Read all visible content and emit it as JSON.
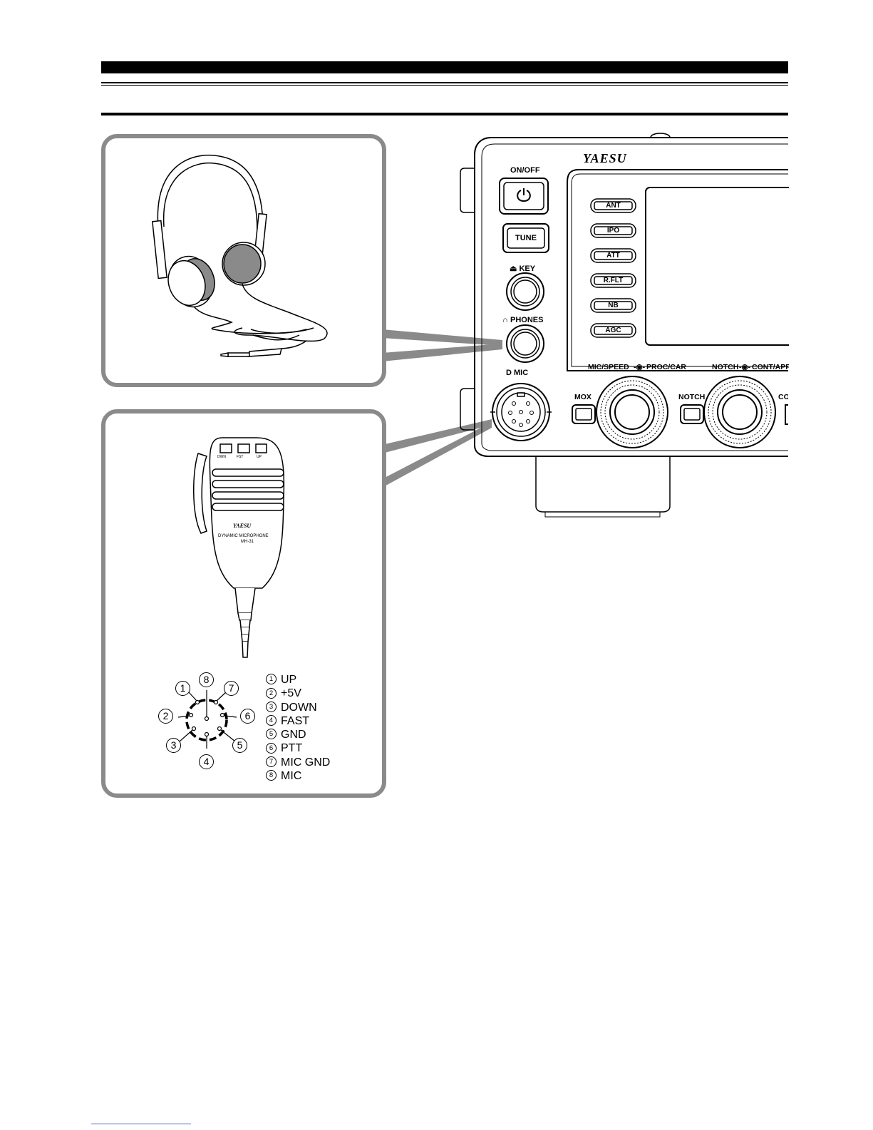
{
  "brand": "YAESU",
  "radio_buttons": {
    "on_off": "ON/OFF",
    "tune": "TUNE",
    "key": "KEY",
    "phones": "PHONES",
    "mic": "MIC",
    "ant": "ANT",
    "ipo": "IPO",
    "att": "ATT",
    "rflt": "R.FLT",
    "nb": "NB",
    "agc": "AGC",
    "mox": "MOX",
    "notch": "NOTCH",
    "mic_speed": "MIC/SPEED",
    "proc_car": "PROC/CAR",
    "notch_knob": "NOTCH",
    "cont_apf": "CONT/APF",
    "co": "CO"
  },
  "microphone": {
    "brand": "YAESU",
    "type": "DYNAMIC MICROPHONE",
    "model": "MH-31",
    "buttons": [
      "DWN",
      "FST",
      "UP"
    ]
  },
  "pinout": [
    {
      "num": "1",
      "label": "UP"
    },
    {
      "num": "2",
      "label": "+5V"
    },
    {
      "num": "3",
      "label": "DOWN"
    },
    {
      "num": "4",
      "label": "FAST"
    },
    {
      "num": "5",
      "label": "GND"
    },
    {
      "num": "6",
      "label": "PTT"
    },
    {
      "num": "7",
      "label": "MIC GND"
    },
    {
      "num": "8",
      "label": "MIC"
    }
  ]
}
